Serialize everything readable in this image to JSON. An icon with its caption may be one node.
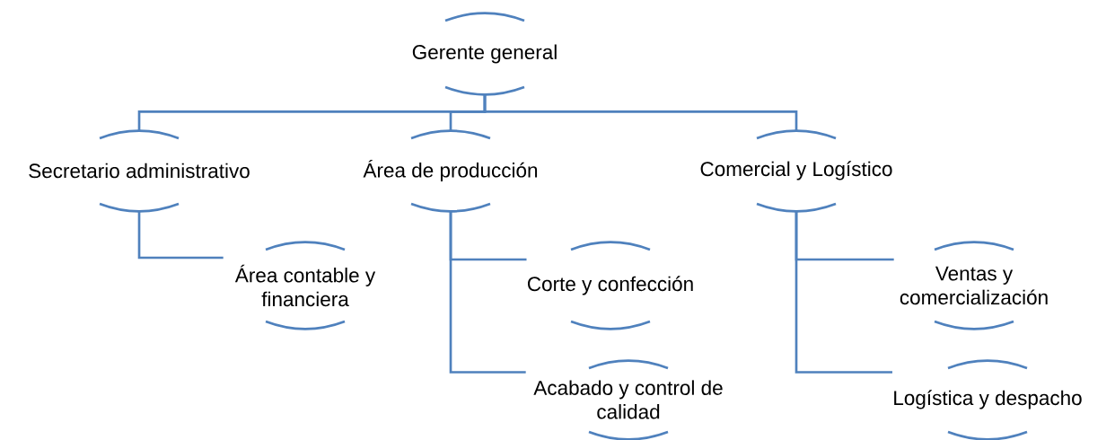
{
  "diagram": {
    "nodes": [
      {
        "text": [
          "Gerente general"
        ]
      },
      {
        "text": [
          "Secretario administrativo"
        ]
      },
      {
        "text": [
          "Área de producción"
        ]
      },
      {
        "text": [
          "Comercial y Logístico"
        ]
      },
      {
        "text": [
          "Área contable y financiera"
        ]
      },
      {
        "text": [
          "Corte y confección"
        ]
      },
      {
        "text": [
          "Acabado y control de calidad"
        ]
      },
      {
        "text": [
          "Ventas y comercialización"
        ]
      },
      {
        "text": [
          "Logística y despacho"
        ]
      }
    ],
    "edges": [
      {
        "from": 0,
        "to": 1,
        "arrow": "none"
      },
      {
        "from": 0,
        "to": 2,
        "arrow": "none"
      },
      {
        "from": 0,
        "to": 3,
        "arrow": "none"
      },
      {
        "from": 1,
        "to": 4,
        "arrow": "none"
      },
      {
        "from": 2,
        "to": 5,
        "arrow": "none"
      },
      {
        "from": 2,
        "to": 6,
        "arrow": "none"
      },
      {
        "from": 3,
        "to": 7,
        "arrow": "none"
      },
      {
        "from": 3,
        "to": 8,
        "arrow": "none"
      }
    ]
  }
}
